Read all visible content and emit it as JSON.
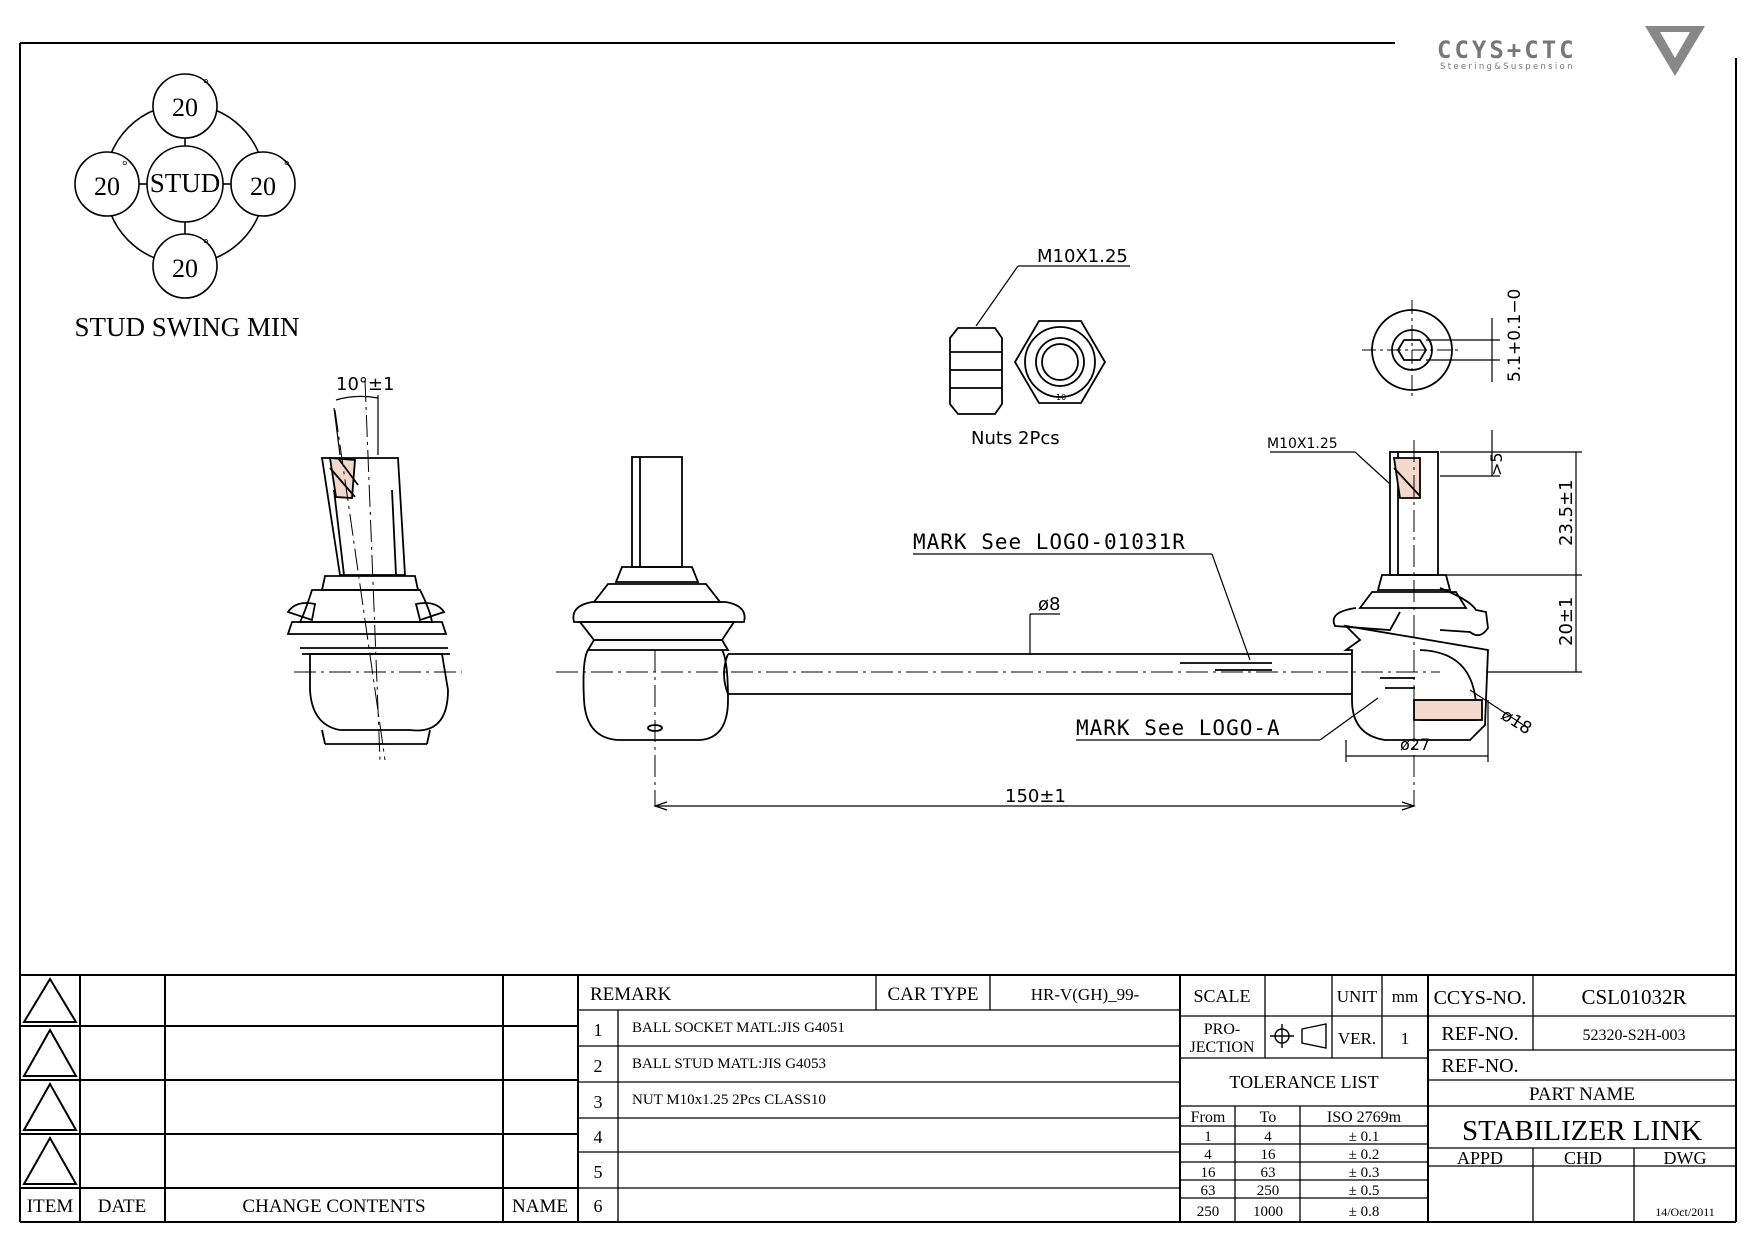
{
  "logo": {
    "brand": "CCYS+CTC",
    "tagline": "Steering&Suspension"
  },
  "swing": {
    "center_label": "STUD",
    "angles": [
      "20",
      "20",
      "20",
      "20"
    ],
    "degree_mark": "°",
    "caption": "STUD SWING MIN"
  },
  "dimensions": {
    "tilt": "10°±1",
    "thread_top": "M10X1.25",
    "thread_stud": "M10X1.25",
    "nuts_label": "Nuts 2Pcs",
    "nut_face": "10",
    "hex": "5.1+0.1−0",
    "thread_len": ">5",
    "stud_len": "23.5±1",
    "height": "20±1",
    "rod_dia": "ø8",
    "ball_dia": "ø18",
    "housing_dia": "ø27",
    "length": "150±1",
    "mark_logo_top": "MARK See LOGO-01031R",
    "mark_logo_bottom": "MARK See LOGO-A"
  },
  "revision_table": {
    "headers": [
      "ITEM",
      "DATE",
      "CHANGE CONTENTS",
      "NAME"
    ]
  },
  "remark": {
    "label": "REMARK",
    "car_type_label": "CAR TYPE",
    "car_type_value": "HR-V(GH)_99-",
    "rows": [
      {
        "no": "1",
        "text": "BALL SOCKET MATL:JIS G4051"
      },
      {
        "no": "2",
        "text": "BALL STUD MATL:JIS G4053"
      },
      {
        "no": "3",
        "text": "NUT M10x1.25 2Pcs CLASS10"
      },
      {
        "no": "4",
        "text": ""
      },
      {
        "no": "5",
        "text": ""
      },
      {
        "no": "6",
        "text": ""
      }
    ]
  },
  "spec": {
    "scale_label": "SCALE",
    "scale_value": "",
    "unit_label": "UNIT",
    "unit_value": "mm",
    "projection_label_1": "PRO-",
    "projection_label_2": "JECTION",
    "ver_label": "VER.",
    "ver_value": "1",
    "tolerance_title": "TOLERANCE LIST",
    "tolerance_headers": [
      "From",
      "To",
      "ISO 2769m"
    ],
    "tolerance_rows": [
      [
        "1",
        "4",
        "± 0.1"
      ],
      [
        "4",
        "16",
        "± 0.2"
      ],
      [
        "16",
        "63",
        "± 0.3"
      ],
      [
        "63",
        "250",
        "± 0.5"
      ],
      [
        "250",
        "1000",
        "± 0.8"
      ]
    ]
  },
  "title_block": {
    "ccys_label": "CCYS-NO.",
    "ccys_value": "CSL01032R",
    "ref1_label": "REF-NO.",
    "ref1_value": "52320-S2H-003",
    "ref2_label": "REF-NO.",
    "ref2_value": "",
    "part_name_label": "PART NAME",
    "part_name": "STABILIZER LINK",
    "appd": "APPD",
    "chd": "CHD",
    "dwg": "DWG",
    "date": "14/Oct/2011"
  }
}
